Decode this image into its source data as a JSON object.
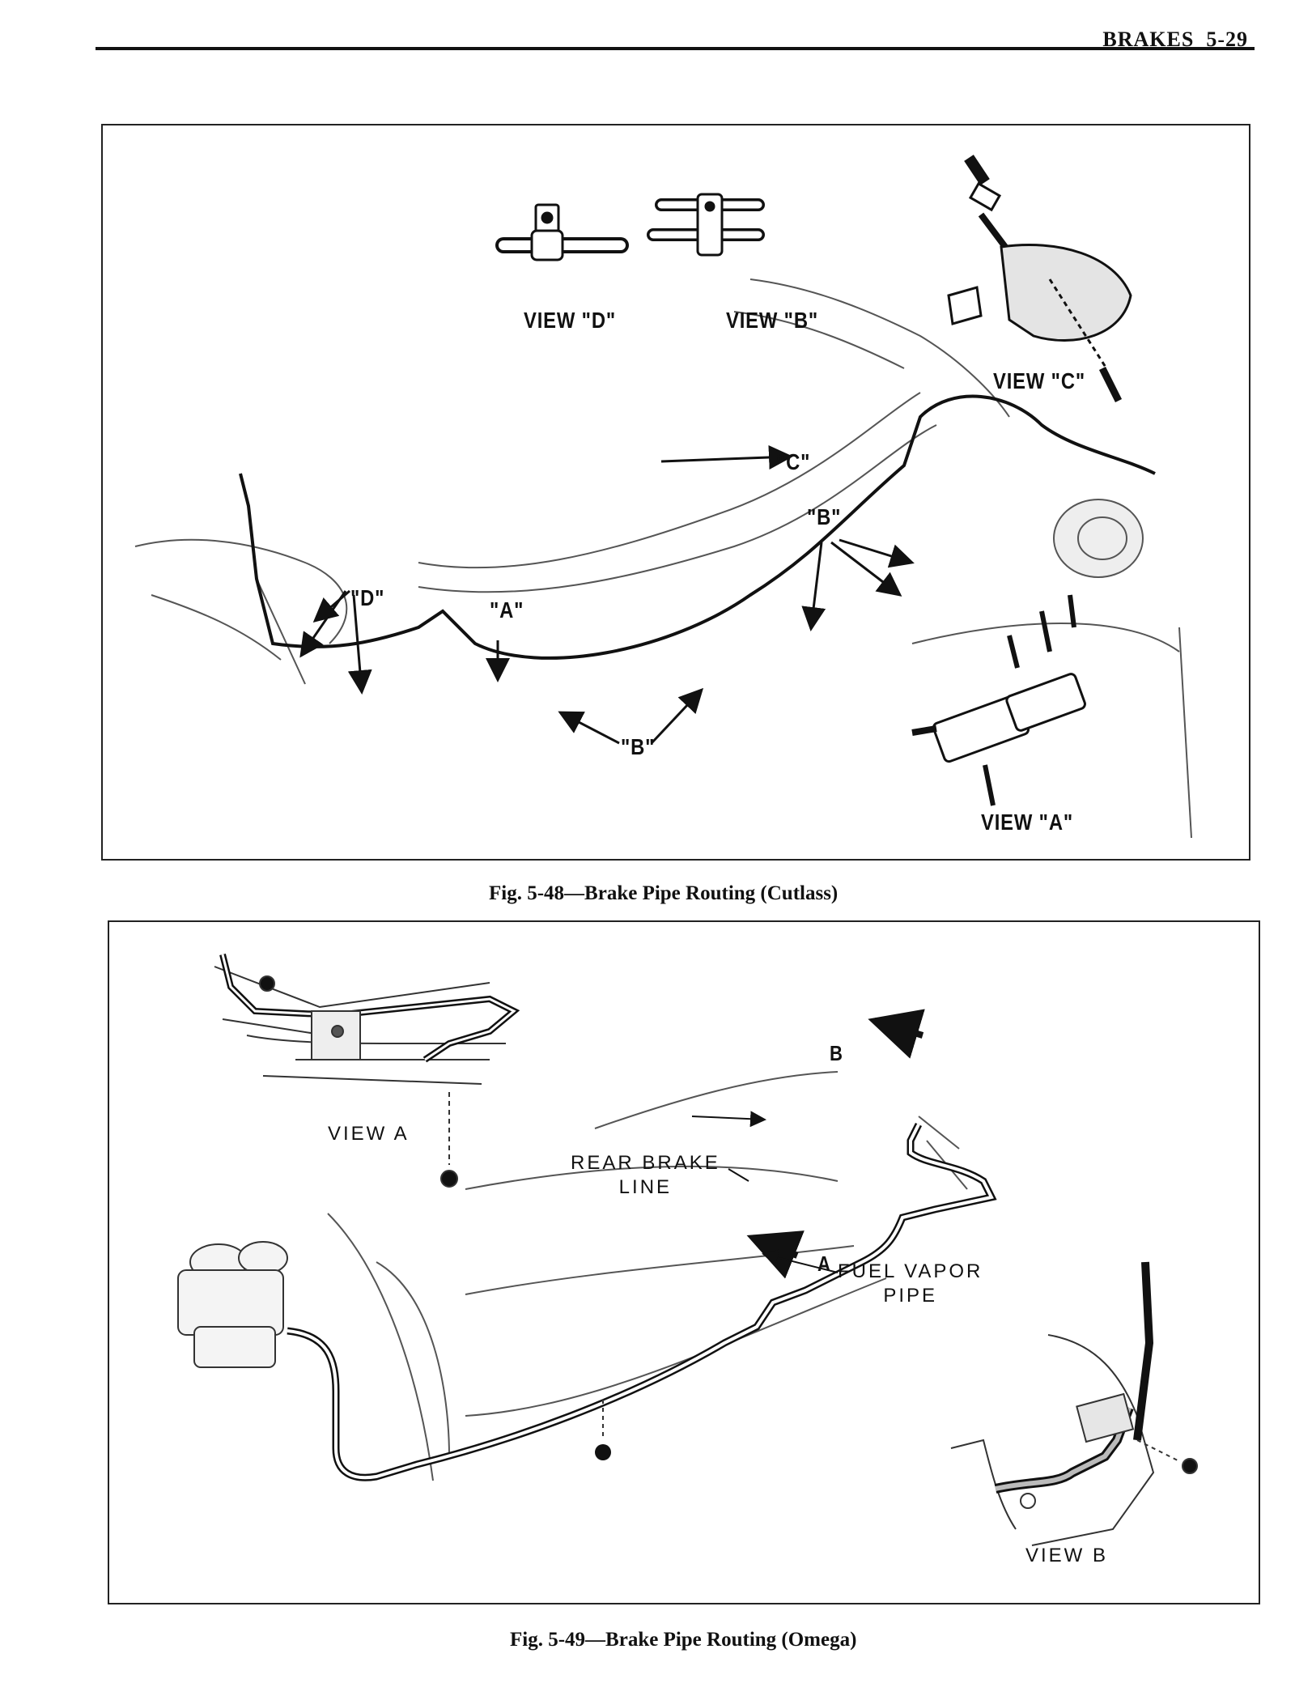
{
  "header": {
    "section": "BRAKES",
    "page": "5-29"
  },
  "figures": [
    {
      "caption": "Fig. 5-48—Brake Pipe Routing (Cutlass)",
      "labels": {
        "view_d": "VIEW \"D\"",
        "view_b": "VIEW \"B\"",
        "view_c": "VIEW \"C\"",
        "view_a": "VIEW \"A\"",
        "callout_c": "\"C\"",
        "callout_b_upper": "\"B\"",
        "callout_d": "\"D\"",
        "callout_a": "\"A\"",
        "callout_b_lower": "\"B\""
      }
    },
    {
      "caption": "Fig. 5-49—Brake Pipe Routing (Omega)",
      "labels": {
        "view_a": "VIEW A",
        "arrow_b": "B",
        "rear_brake_line": [
          "REAR BRAKE",
          "LINE"
        ],
        "arrow_a": "A",
        "fuel_vapor_pipe": [
          "FUEL VAPOR",
          "PIPE"
        ],
        "view_b": "VIEW B"
      }
    }
  ]
}
